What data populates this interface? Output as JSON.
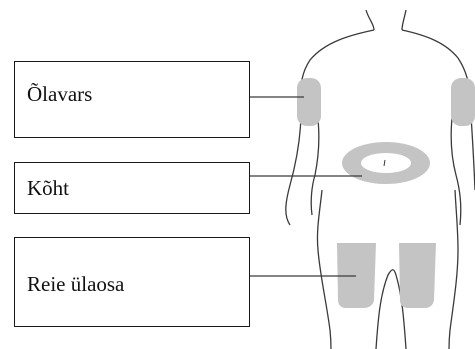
{
  "labels": {
    "upper_arm": "Õlavars",
    "abdomen": "Kõht",
    "thigh": "Reie ülaosa"
  },
  "colors": {
    "outline": "#3a3a3a",
    "injection_area": "#c4c4c4",
    "box_border": "#1a1a1a"
  }
}
